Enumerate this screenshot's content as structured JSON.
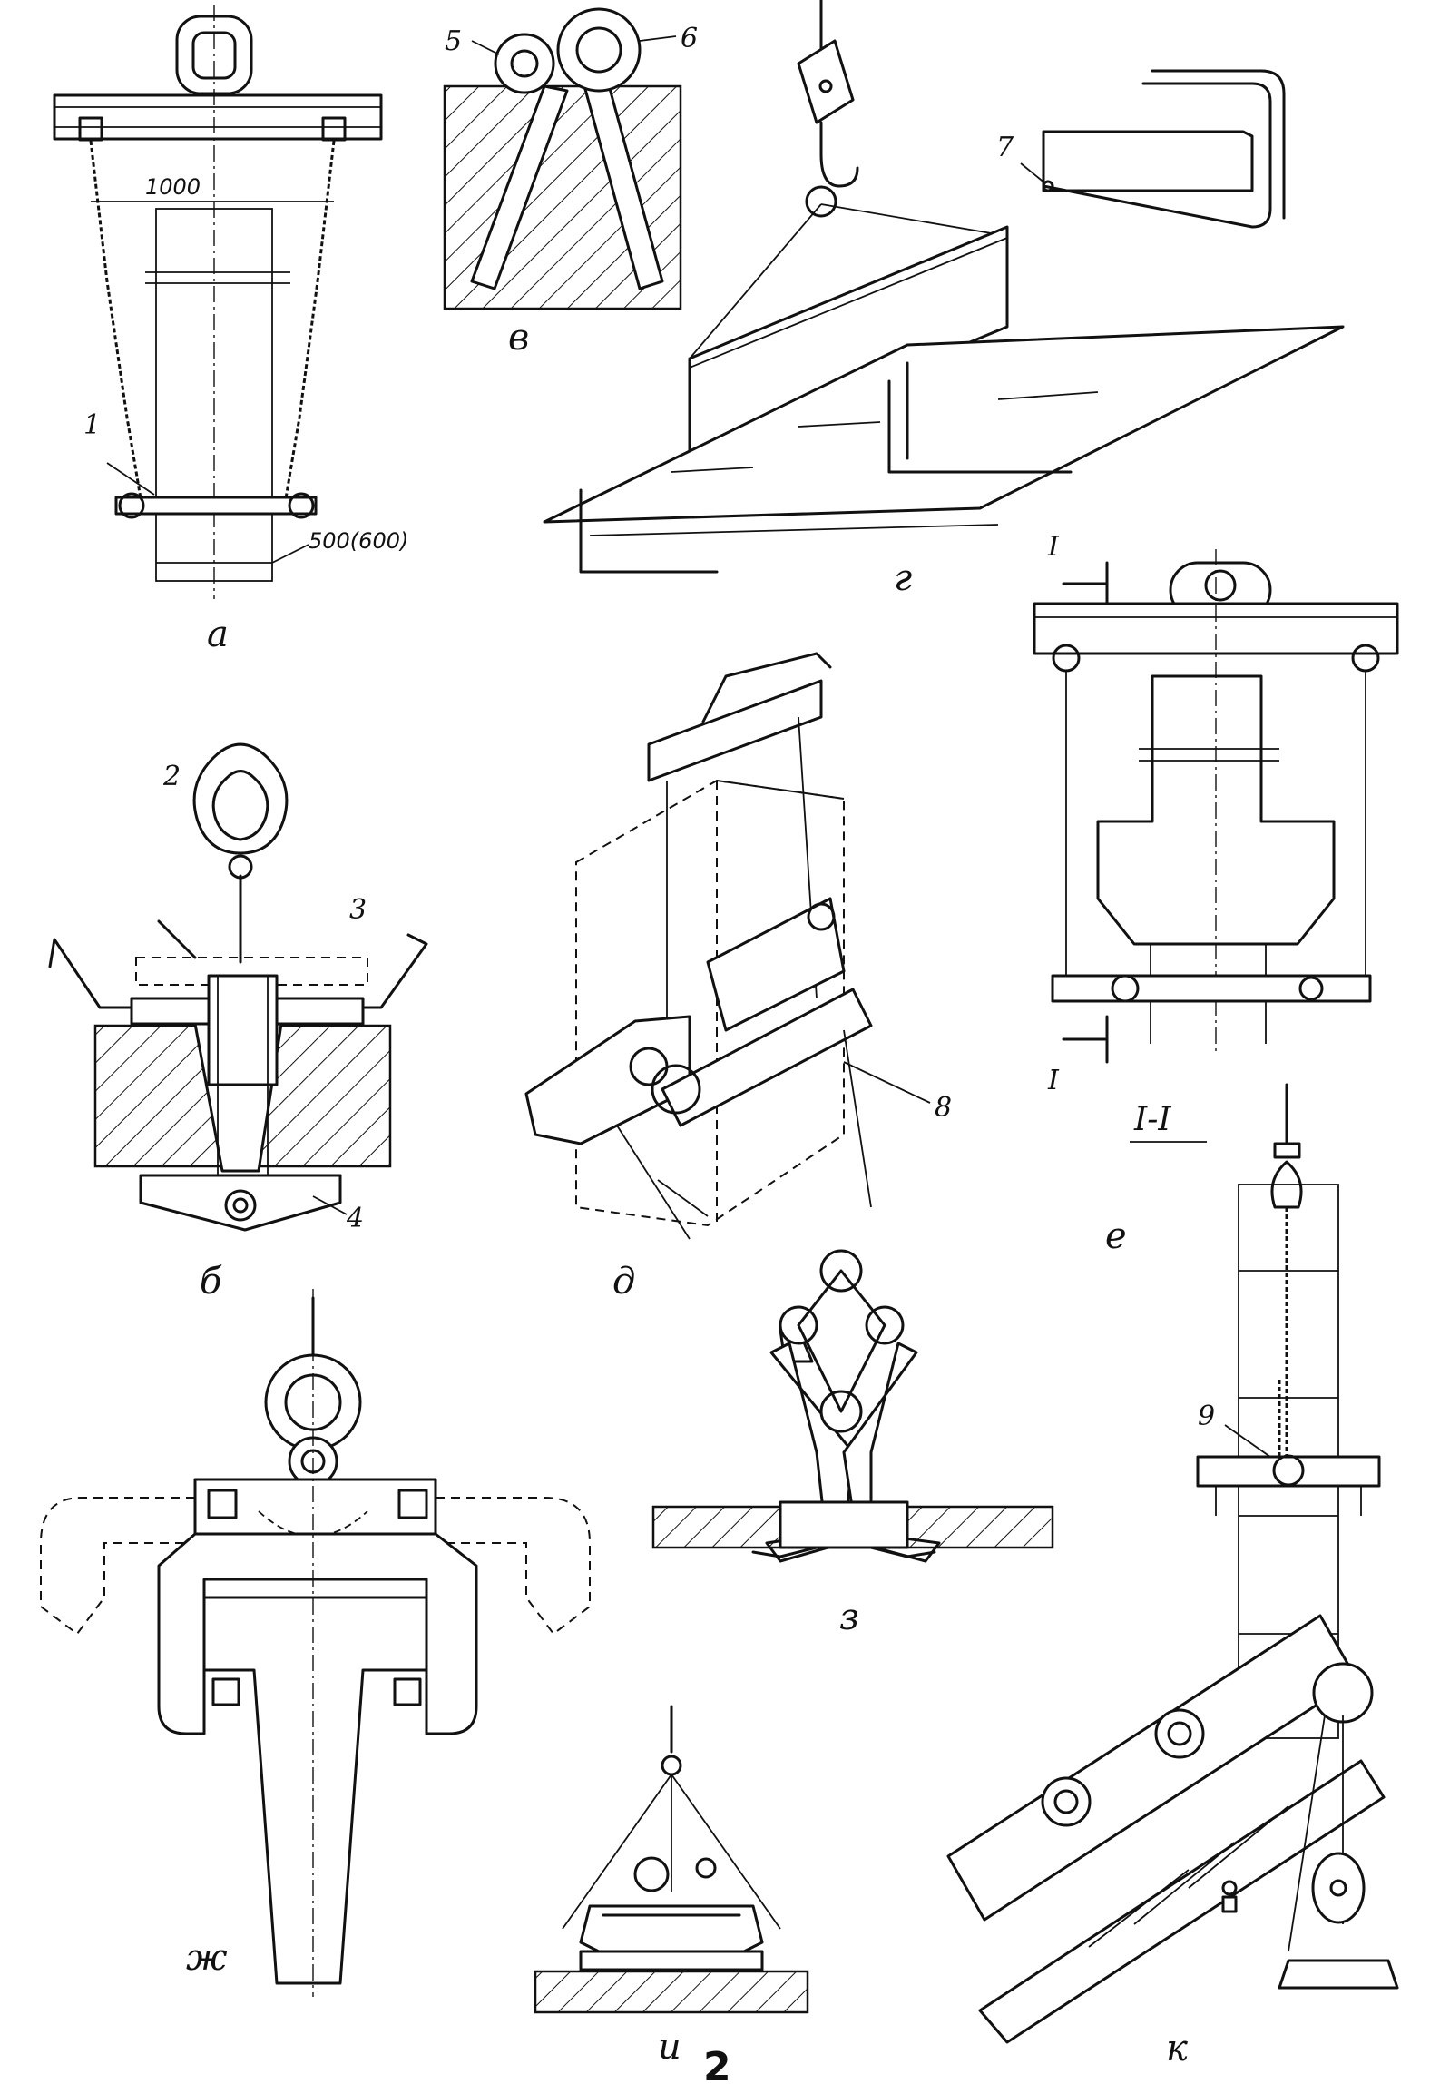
{
  "figure": {
    "figure_number": "2",
    "panels": [
      {
        "id": "a",
        "caption": "а",
        "callouts": [
          "1"
        ],
        "dimensions": [
          "1000",
          "500(600)"
        ]
      },
      {
        "id": "b",
        "caption": "б",
        "callouts": [
          "2",
          "3",
          "4"
        ]
      },
      {
        "id": "v",
        "caption": "в",
        "callouts": [
          "5",
          "6"
        ]
      },
      {
        "id": "g",
        "caption": "г",
        "callouts": [
          "7"
        ]
      },
      {
        "id": "d",
        "caption": "д",
        "callouts": [
          "8"
        ]
      },
      {
        "id": "e",
        "caption": "е",
        "callouts": [
          "9"
        ],
        "section_marks": [
          "I",
          "I"
        ],
        "section_label": "I-I"
      },
      {
        "id": "zh",
        "caption": "ж"
      },
      {
        "id": "z",
        "caption": "з"
      },
      {
        "id": "i",
        "caption": "и"
      },
      {
        "id": "k",
        "caption": "к"
      }
    ]
  },
  "colors": {
    "ink": "#111111",
    "paper": "#ffffff"
  }
}
